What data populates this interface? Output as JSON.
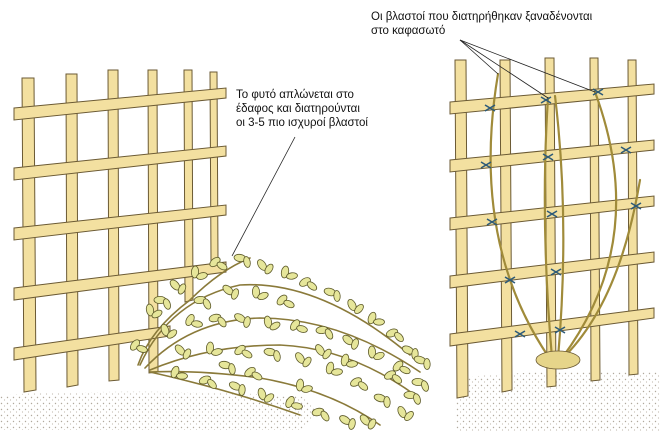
{
  "annotations": {
    "left": {
      "lines": [
        "Το φυτό απλώνεται στο",
        "έδαφος και διατηρούνται",
        "οι 3-5 πιο ισχυροί βλαστοί"
      ]
    },
    "right": {
      "lines": [
        "Οι βλαστοί που διατηρήθηκαν ξαναδένονται",
        "στο καφασωτό"
      ]
    }
  },
  "colors": {
    "trellis_wood": "#f3e0a0",
    "trellis_outline": "#6b5a34",
    "leaf_fill": "#e6e69a",
    "stem": "#8a7a3a",
    "ground": "#c9c3b8",
    "tie": "#2d5a78"
  }
}
